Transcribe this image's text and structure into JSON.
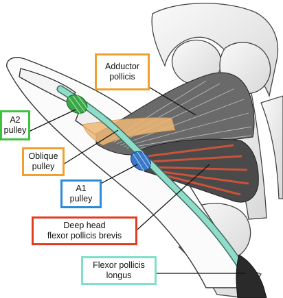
{
  "labels": {
    "adductor_pollicis": {
      "lines": [
        "Adductor",
        "pollicis"
      ],
      "color": "#f0a030"
    },
    "a2_pulley": {
      "lines": [
        "A2",
        "pulley"
      ],
      "color": "#3cc23c"
    },
    "oblique_pulley": {
      "lines": [
        "Oblique",
        "pulley"
      ],
      "color": "#f0a030"
    },
    "a1_pulley": {
      "lines": [
        "A1",
        "pulley"
      ],
      "color": "#2a8ad8"
    },
    "deep_head_fpb": {
      "lines": [
        "Deep head",
        "flexor pollicis brevis"
      ],
      "color": "#e23c1e"
    },
    "fpl": {
      "lines": [
        "Flexor pollicis",
        "longus"
      ],
      "color": "#7de0c8"
    }
  },
  "colors": {
    "tendon": "#8fdcc8",
    "pulley_a2": "#3aa84a",
    "pulley_a1": "#3a78c8",
    "oblique": "#f0b878",
    "deep_head": "#d8553a",
    "adductor_muscle": "#5a5a5a",
    "bone": "#f0f0f0",
    "outline": "#333333"
  }
}
